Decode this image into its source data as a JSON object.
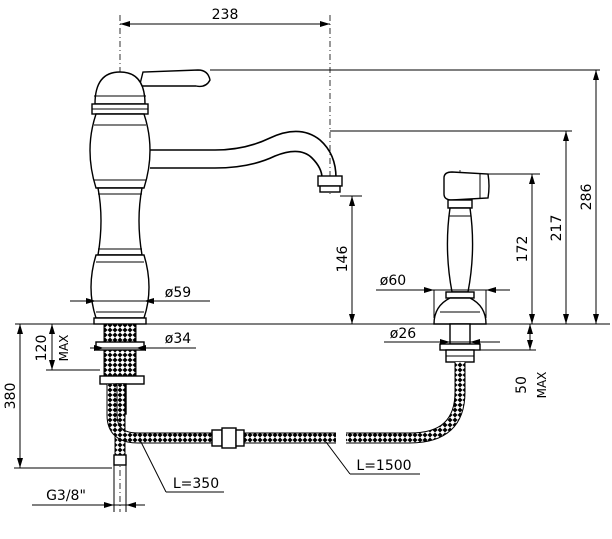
{
  "labels": {
    "dim_238": "238",
    "dim_286": "286",
    "dim_217": "217",
    "dim_172": "172",
    "dim_146": "146",
    "dim_120": "120",
    "dim_max_left": "MAX",
    "dim_50": "50",
    "dim_max_right": "MAX",
    "dim_380": "380",
    "dia_59": "ø59",
    "dia_34": "ø34",
    "dia_60": "ø60",
    "dia_26": "ø26",
    "thread": "G3/8\"",
    "hose_350": "L=350",
    "hose_1500": "L=1500"
  }
}
